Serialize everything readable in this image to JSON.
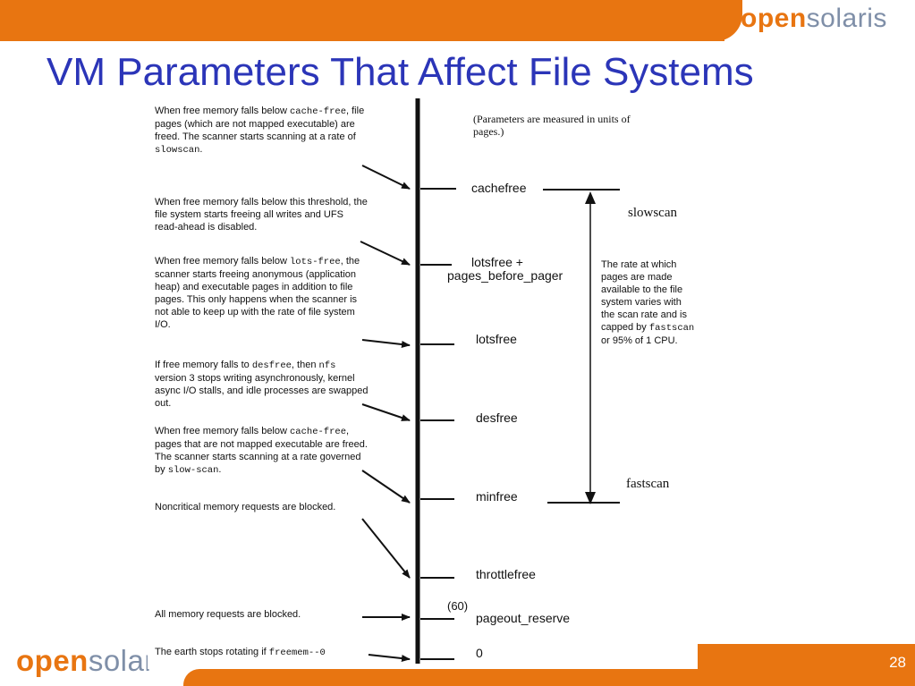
{
  "brand": {
    "logo_open": "open",
    "logo_solaris": "solaris",
    "logo_bottom_solaris": "solar"
  },
  "slide": {
    "title": "VM Parameters That Affect File Systems",
    "page_number": "28"
  },
  "diagram": {
    "units_note": "(Parameters are measured in units of pages.)",
    "levels": [
      {
        "label": "cachefree"
      },
      {
        "label": "lotsfree +"
      },
      {
        "label": "pages_before_pager"
      },
      {
        "label": "lotsfree"
      },
      {
        "label": "desfree"
      },
      {
        "label": "minfree"
      },
      {
        "label": "throttlefree"
      },
      {
        "label": "pageout_reserve"
      },
      {
        "label": "0"
      }
    ],
    "pageout_reserve_value": "(60)",
    "slowscan_label": "slowscan",
    "fastscan_label": "fastscan",
    "rate_note": {
      "pre": "The rate at which pages are made available to the file system varies with the scan rate and is capped by ",
      "code": "fastscan",
      "post": " or 95% of 1 CPU."
    },
    "annotations": {
      "a1": {
        "pre": "When free memory falls below ",
        "code1": "cache-free",
        "mid": ", file pages (which are not mapped executable) are freed. The scanner starts scanning at a rate of ",
        "code2": "slowscan",
        "post": "."
      },
      "a2": {
        "text": "When free memory falls below this threshold, the file system starts freeing all writes and UFS read-ahead is disabled."
      },
      "a3": {
        "pre": "When free memory falls below ",
        "code1": "lots-free",
        "post": ", the scanner starts freeing anonymous (application heap) and executable pages in addition to file pages. This only happens when the scanner is not able to keep up with the rate of file system I/O."
      },
      "a4": {
        "pre": "If free memory falls to ",
        "code1": "desfree",
        "mid": ", then ",
        "code2": "nfs",
        "post": " version 3 stops writing asynchronously, kernel async I/O stalls, and idle processes are swapped out."
      },
      "a5": {
        "pre": "When free memory falls below ",
        "code1": "cache-free",
        "mid": ", pages that are not mapped executable are freed. The scanner starts scanning at a rate governed by ",
        "code2": "slow-scan",
        "post": "."
      },
      "a6": {
        "text": "Noncritical memory requests are blocked."
      },
      "a7": {
        "text": "All memory requests are blocked."
      },
      "a8": {
        "pre": "The earth stops rotating if ",
        "code1": "freemem--0"
      }
    }
  }
}
